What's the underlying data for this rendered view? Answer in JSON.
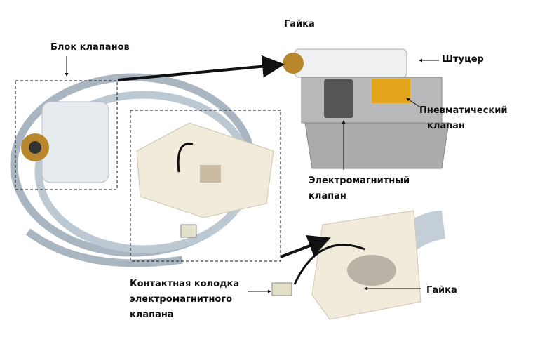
{
  "labels": {
    "nut_top": "Гайка",
    "valve_block": "Блок клапанов",
    "fitting": "Штуцер",
    "pneumatic_1": "Пневматический",
    "pneumatic_2": "клапан",
    "solenoid_1": "Электромагнитный",
    "solenoid_2": "клапан",
    "connector_1": "Контактная колодка",
    "connector_2": "электромагнитного",
    "connector_3": "клапана",
    "nut_bottom": "Гайка"
  }
}
